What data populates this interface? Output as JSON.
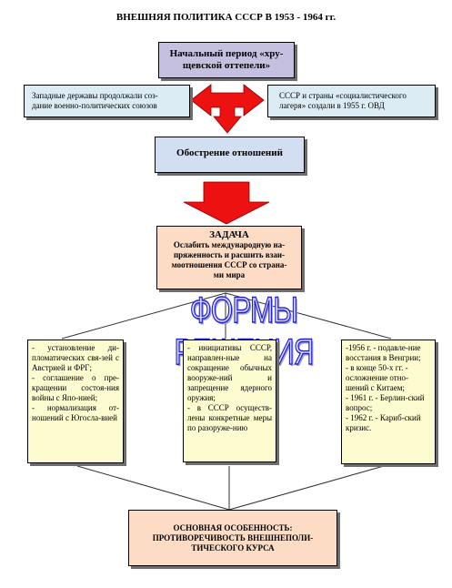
{
  "title": "ВНЕШНЯЯ ПОЛИТИКА СССР В 1953 - 1964 гг.",
  "boxes": {
    "initial_period": "Начальный период «хру-\nщевской оттепели»",
    "western_powers": "Западные державы продолжали соз-\nдание военно-политических  союзов",
    "ussr_socialist": "СССР и страны «социалистического\nлагеря» создали в 1955 г. ОВД",
    "aggravation": "Обострение отношений",
    "task_heading": "ЗАДАЧА",
    "task_body": "Ослабить международную на-\nпряженность и расшить взаи-\nмоотношения СССР со страна-\nми мира",
    "forms_heading": "ФОРМЫ РЕШЕНИЯ",
    "left_items": [
      "- установление ди-пломатических свя-зей с Австрией и ФРГ;",
      "- соглашение о пре-кращении состоя-ния войны с Япо-нией;",
      "- нормализация от-ношений с Югосла-вией"
    ],
    "middle_items": [
      "- инициативы СССР, направлен-ные на сокращение обычных вооруже-ний и запрещение ядерного оружия;",
      "- в СССР осуществ-лены конкретные меры по разоруже-нию"
    ],
    "right_items": [
      "-1956 г. - подавле-ние восстания в Венгрии;",
      "- в конце 50-х гг. - осложнение отно-шений с Китаем;",
      "- 1961 г. - Берлин-ский вопрос;",
      "- 1962 г. - Кариб-ский кризис."
    ],
    "main_feature": "ОСНОВНАЯ ОСОБЕННОСТЬ:\nПРОТИВОРЕЧИВОСТЬ ВНЕШНЕПОЛИ-\nТИЧЕСКОГО КУРСА"
  },
  "colors": {
    "lavender": "#c6c0e0",
    "light_cyan": "#dcecf4",
    "light_blue": "#d2dff2",
    "peach": "#fcdcc4",
    "light_yellow": "#fdfbd0",
    "arrow_red": "#ee1111"
  }
}
